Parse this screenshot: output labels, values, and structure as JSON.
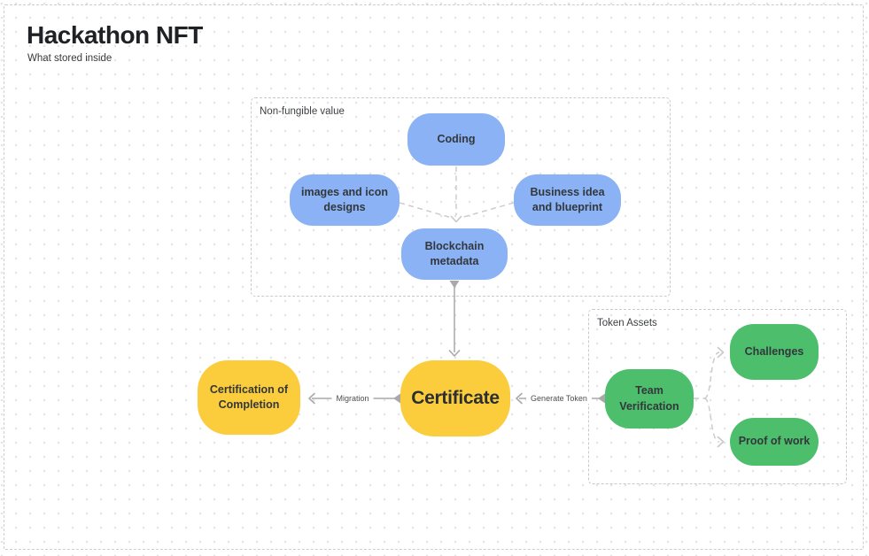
{
  "header": {
    "title": "Hackathon NFT",
    "subtitle": "What stored inside"
  },
  "groups": {
    "non_fungible": {
      "label": "Non-fungible value"
    },
    "token_assets": {
      "label": "Token Assets"
    }
  },
  "nodes": {
    "coding": {
      "label": "Coding"
    },
    "images": {
      "label": "images and icon designs"
    },
    "business": {
      "label": "Business idea and blueprint"
    },
    "metadata": {
      "label": "Blockchain metadata"
    },
    "certificate": {
      "label": "Certificate"
    },
    "completion": {
      "label": "Certification of Completion"
    },
    "team": {
      "label": "Team Verification"
    },
    "challenges": {
      "label": "Challenges"
    },
    "proof": {
      "label": "Proof of work"
    }
  },
  "edges": {
    "migration": {
      "label": "Migration"
    },
    "generate_token": {
      "label": "Generate Token"
    }
  },
  "colors": {
    "node_blue": "#8AB2F4",
    "node_yellow": "#FBCD3C",
    "node_green": "#4DBE6C",
    "wire_solid": "#A9A9A9",
    "wire_dashed": "#C9C9C9",
    "canvas_border": "#CDCDCD",
    "grid_dot": "#E4E4E4",
    "text_dark": "#33373C"
  }
}
